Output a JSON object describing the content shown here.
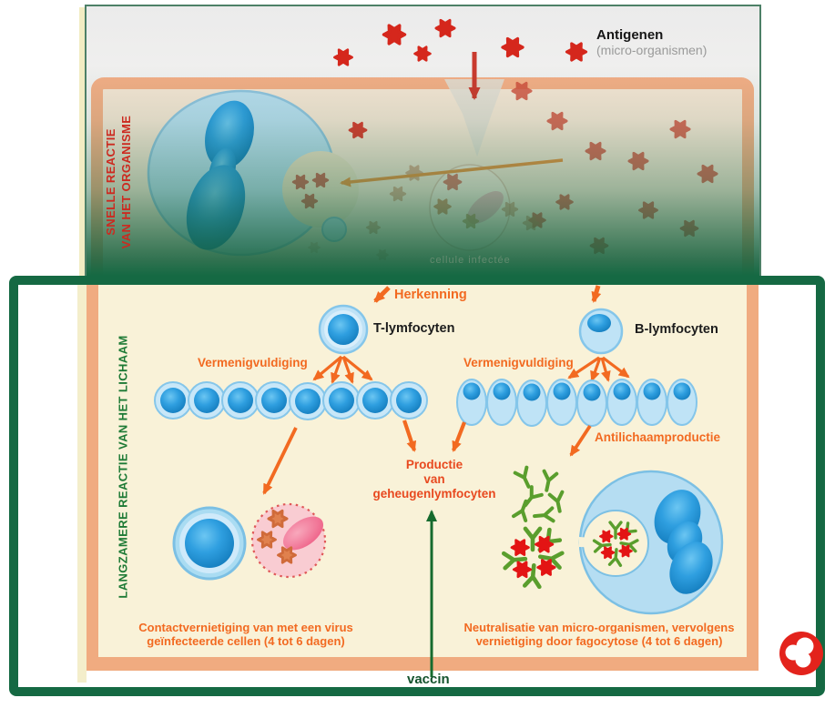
{
  "top_panel": {
    "antigen_label": "Antigenen",
    "antigen_sublabel": "(micro-organismen)",
    "side_label": "SNELLE REACTIE\nVAN HET ORGANISME",
    "infected_cell_caption": "cellule infectée"
  },
  "bottom_panel": {
    "side_label": "LANGZAMERE REACTIE VAN HET LICHAAM",
    "recognition_label": "Herkenning",
    "t_lymphocyte_label": "T-lymfocyten",
    "b_lymphocyte_label": "B-lymfocyten",
    "multiplication_left_label": "Vermenigvuldiging",
    "multiplication_right_label": "Vermenigvuldiging",
    "antibody_production_label": "Antilichaamproductie",
    "memory_production_label": "Productie\nvan\ngeheugenlymfocyten",
    "caption_left": "Contactvernietiging van met een virus\ngeïnfecteerde cellen (4 tot 6 dagen)",
    "caption_right": "Neutralisatie van micro-organismen, vervolgens\nvernietiging door fagocytose (4 tot 6 dagen)",
    "vaccine_label": "vaccin"
  },
  "colors": {
    "frame_green": "#156943",
    "side_label_red": "#cc2a20",
    "side_label_green": "#1d7a35",
    "orange_text": "#f26a21",
    "memory_text": "#e8491f",
    "panel_cream": "#f9f2d8",
    "panel_salmon_border": "#f0ab80",
    "cell_blue": "#2aa0e6",
    "antibody_green": "#5a9e2d",
    "antigen_red": "#d5271c",
    "logo_red": "#e3231c"
  }
}
